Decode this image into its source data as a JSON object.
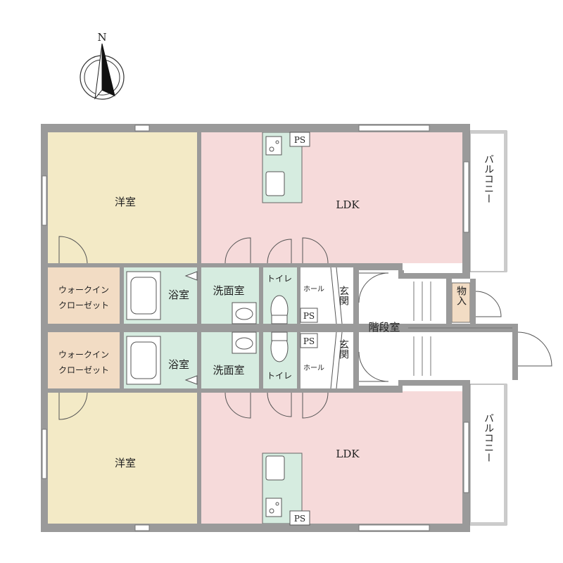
{
  "compass": {
    "north_label": "N"
  },
  "rooms": {
    "western_top": "洋室",
    "western_bottom": "洋室",
    "ldk_top": "LDK",
    "ldk_bottom": "LDK",
    "closet_top_line1": "ウォークイン",
    "closet_top_line2": "クローゼット",
    "closet_bottom_line1": "ウォークイン",
    "closet_bottom_line2": "クローゼット",
    "bath_top": "浴室",
    "bath_bottom": "浴室",
    "washroom_top": "洗面室",
    "washroom_bottom": "洗面室",
    "toilet_top": "トイレ",
    "toilet_bottom": "トイレ",
    "hall_top": "ホール",
    "hall_bottom": "ホール",
    "entrance_top": "玄関",
    "entrance_bottom": "玄関",
    "staircase": "階段室",
    "storage": "物入",
    "balcony_top": "バルコニー",
    "balcony_bottom": "バルコニー",
    "ps_top_ldk": "PS",
    "ps_top_hall": "PS",
    "ps_bottom_hall": "PS",
    "ps_bottom_ldk": "PS"
  },
  "colors": {
    "western": "#f3eac6",
    "ldk": "#f6dada",
    "closet": "#f2dcc4",
    "wet": "#d6ece0",
    "wall": "#9a9a9a"
  }
}
